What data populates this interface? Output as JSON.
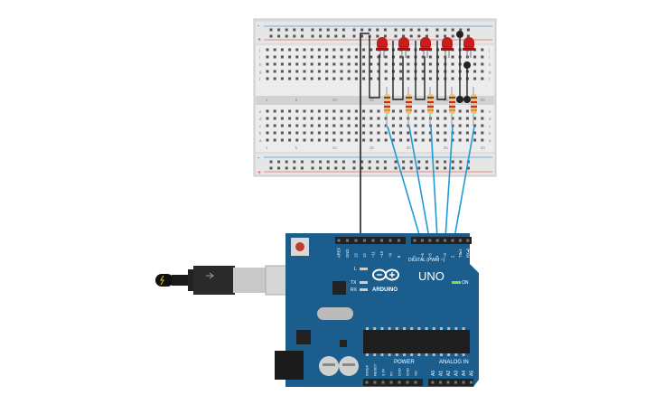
{
  "arduino": {
    "brand": "ARDUINO",
    "model": "UNO",
    "digital_label": "DIGITAL (PWM ~)",
    "analog_label": "ANALOG IN",
    "power_label": "POWER",
    "on_label": "ON",
    "tx_label": "TX",
    "rx_label": "RX",
    "l_label": "L",
    "top_pins": [
      "AREF",
      "GND",
      "13",
      "12",
      "~11",
      "~10",
      "~9",
      "8",
      "7",
      "~6",
      "~5",
      "4",
      "~3",
      "2",
      "TX▸1",
      "RX◂0"
    ],
    "power_pins": [
      "IOREF",
      "RESET",
      "3.3V",
      "5V",
      "GND",
      "GND",
      "Vin"
    ],
    "analog_pins": [
      "A0",
      "A1",
      "A2",
      "A3",
      "A4",
      "A5"
    ]
  },
  "breadboard": {
    "row_letters_top": [
      "j",
      "i",
      "h",
      "g",
      "f"
    ],
    "row_letters_bottom": [
      "e",
      "d",
      "c",
      "b",
      "a"
    ],
    "columns": [
      "1",
      "5",
      "10",
      "15",
      "20",
      "25",
      "30"
    ],
    "rail_plus": "+",
    "rail_minus": "-"
  },
  "components": {
    "led_count": 5,
    "resistor_count": 5,
    "led_color": "#c81d1d",
    "wire_color": "#1e9bd7",
    "ground_wire_color": "#222222",
    "board_color": "#1b5e8e"
  }
}
